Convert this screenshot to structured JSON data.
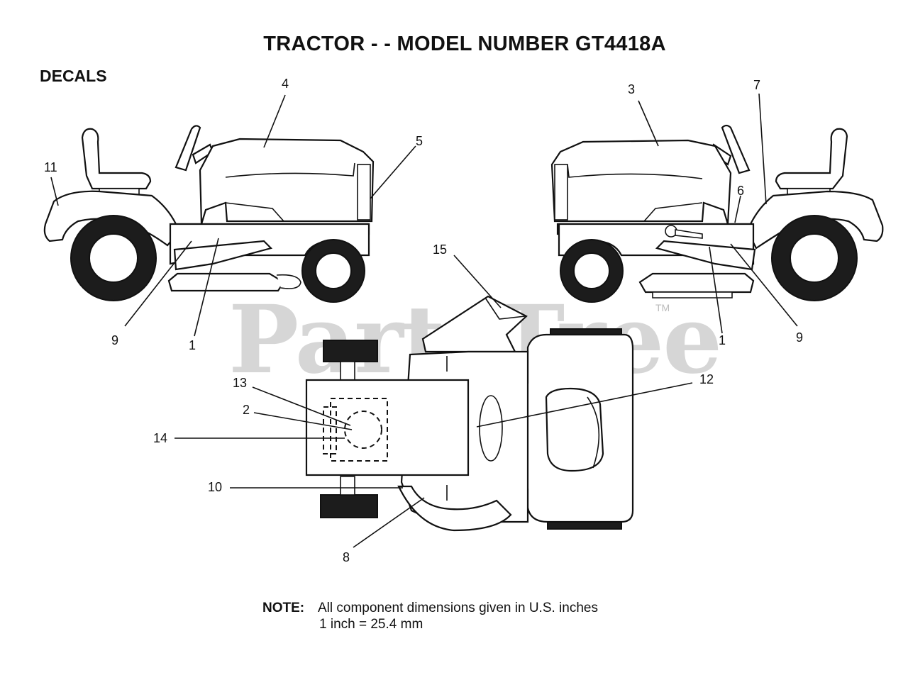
{
  "title": "TRACTOR - - MODEL NUMBER GT4418A",
  "section": "DECALS",
  "watermark": "PartsTree",
  "trademark": "TM",
  "callouts": {
    "c1a": "1",
    "c1b": "1",
    "c2": "2",
    "c3": "3",
    "c4": "4",
    "c5": "5",
    "c6": "6",
    "c7": "7",
    "c8": "8",
    "c9a": "9",
    "c9b": "9",
    "c10": "10",
    "c11": "11",
    "c12": "12",
    "c13": "13",
    "c14": "14",
    "c15": "15"
  },
  "note": {
    "label": "NOTE:",
    "line1": "All component dimensions given in U.S. inches",
    "line2": "1 inch = 25.4 mm"
  }
}
